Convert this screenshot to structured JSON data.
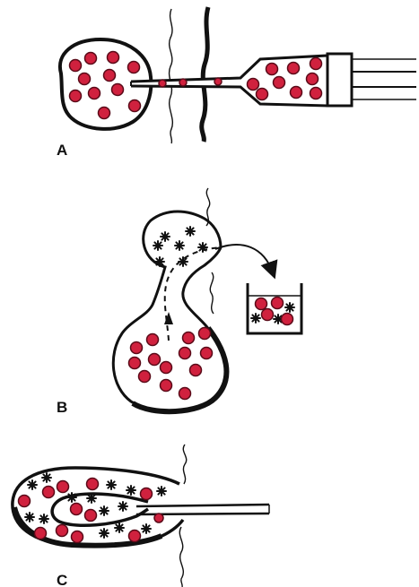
{
  "panels": [
    {
      "id": "A",
      "label": "A"
    },
    {
      "id": "B",
      "label": "B"
    },
    {
      "id": "C",
      "label": "C"
    }
  ],
  "colors": {
    "cell_fill": "#d0213e",
    "outline": "#111111",
    "cell_stroke": "#5a0a18",
    "background": "#ffffff"
  },
  "icons": {
    "red_cell": "red-cell-icon",
    "dark_particle": "dark-particle-icon"
  }
}
